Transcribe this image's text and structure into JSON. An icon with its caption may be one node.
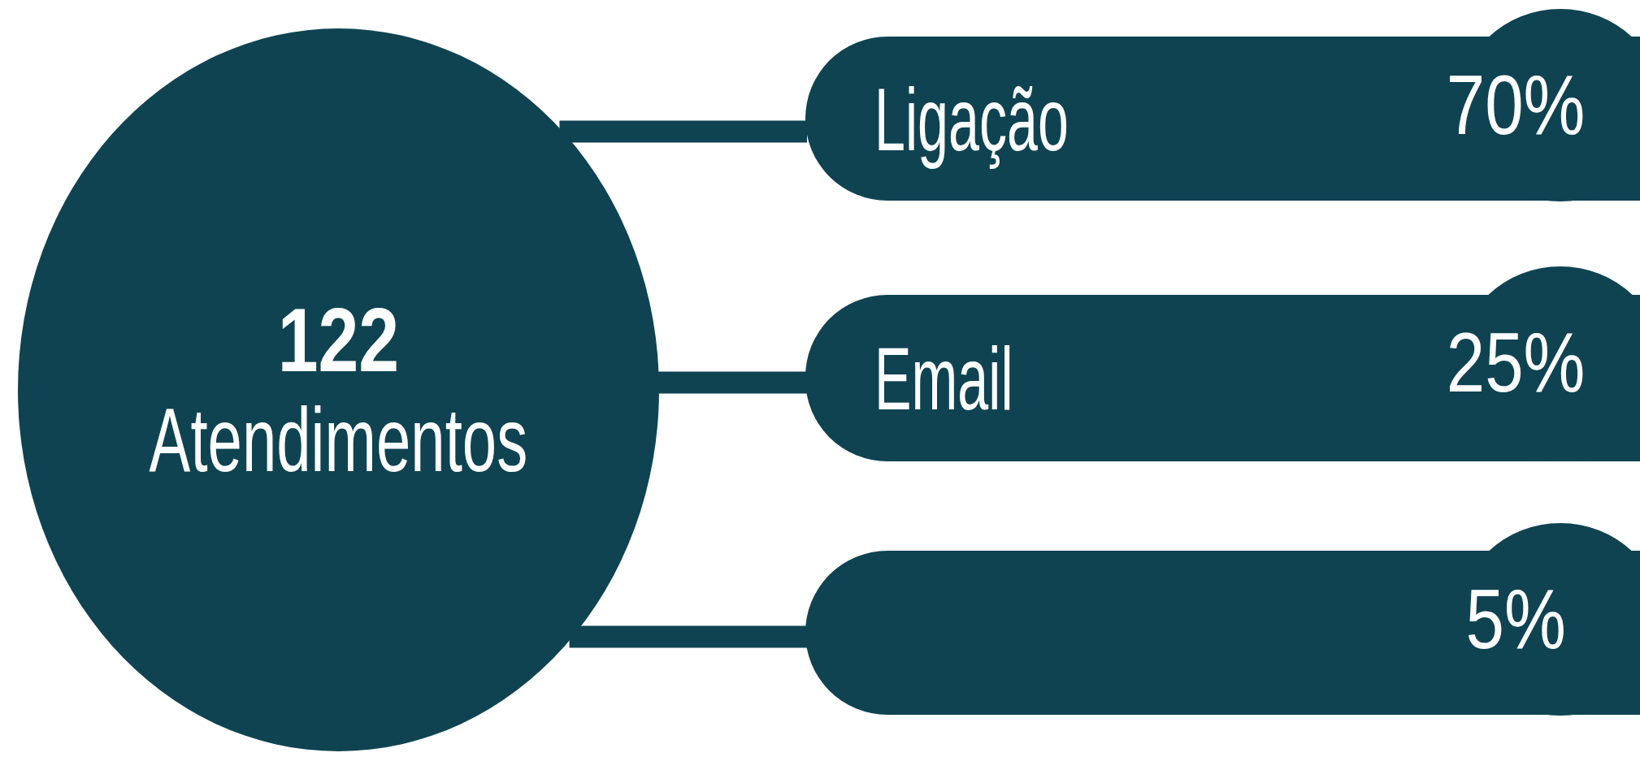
{
  "diagram": {
    "nodes": [
      {
        "text": [
          "122",
          "Atendimentos"
        ]
      },
      {
        "text": [
          "Ligação"
        ]
      },
      {
        "text": [
          "70%"
        ]
      },
      {
        "text": [
          "Email"
        ]
      },
      {
        "text": [
          "25%"
        ]
      },
      {
        "text": [],
        "shape": "box"
      },
      {
        "text": [
          "5%"
        ]
      }
    ],
    "edges": [
      {
        "from": 0,
        "to": 1,
        "arrow": "none"
      },
      {
        "from": 0,
        "to": 3,
        "arrow": "none"
      },
      {
        "from": 0,
        "to": 5,
        "arrow": "none"
      }
    ]
  }
}
